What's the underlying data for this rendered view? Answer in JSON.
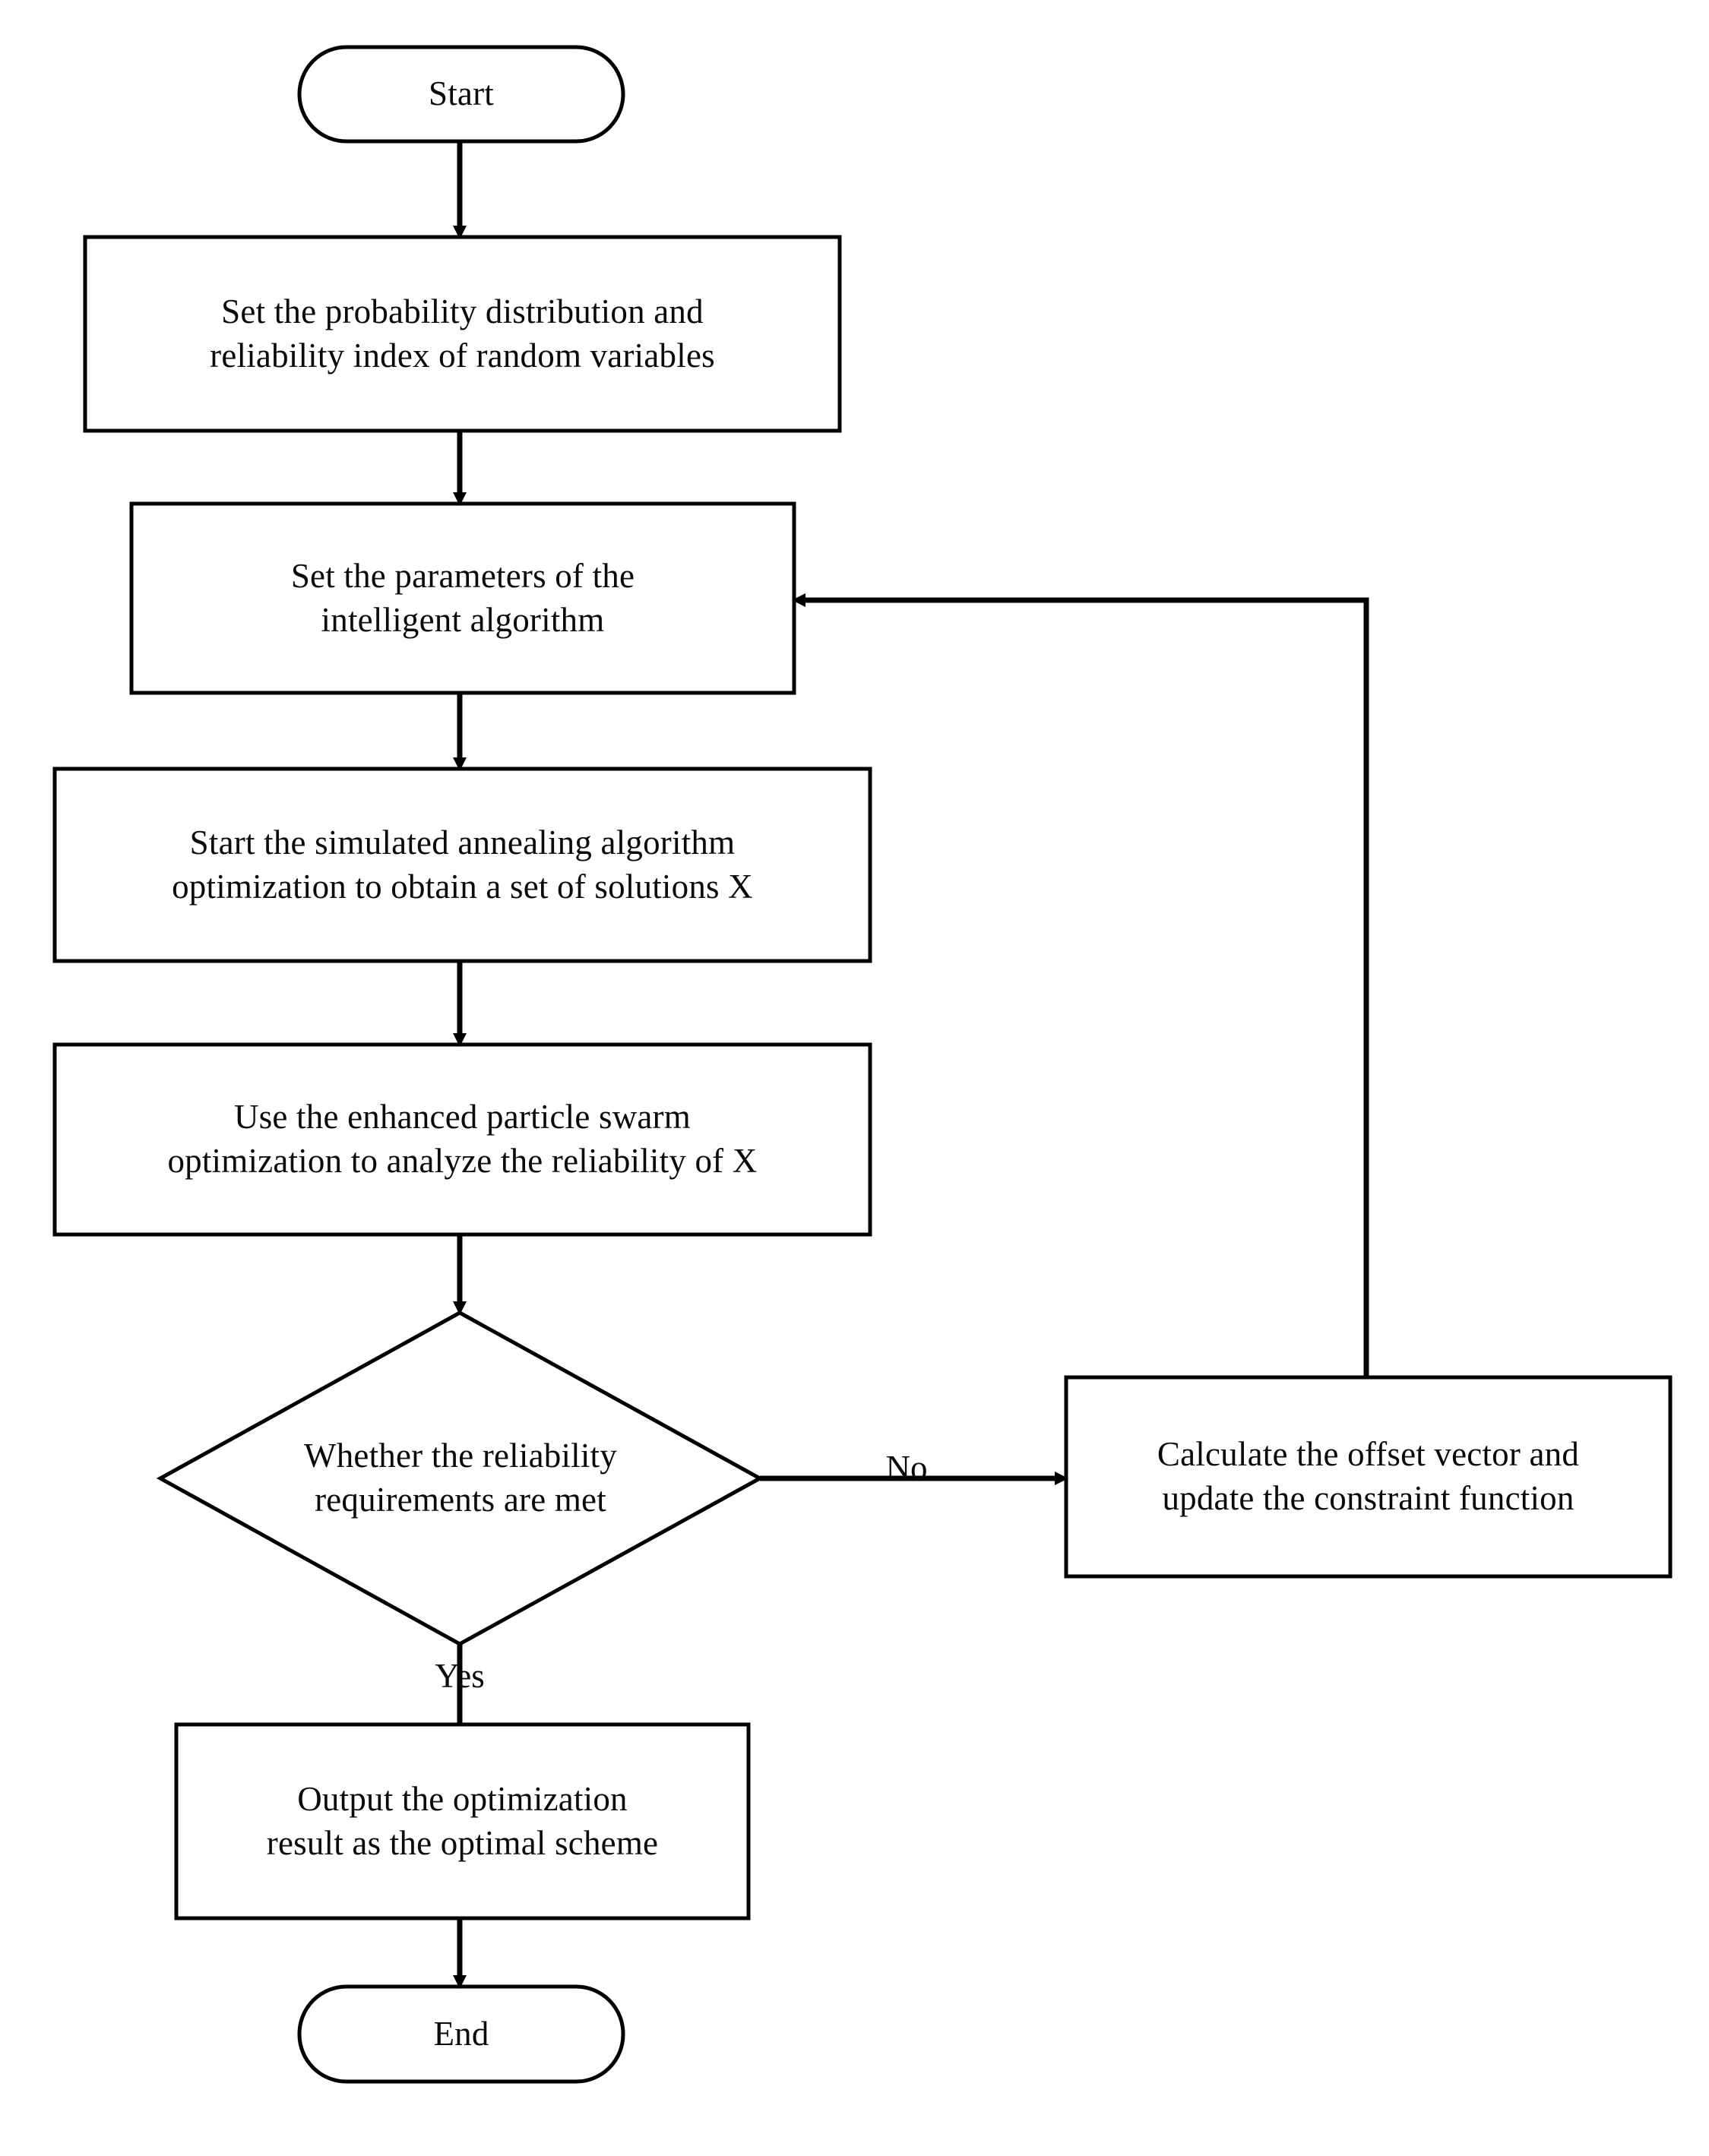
{
  "diagram": {
    "type": "flowchart",
    "title": "Reliability-based optimization flowchart",
    "orientation": "top-to-bottom",
    "background_color": "#ffffff",
    "line_color": "#000000",
    "text_color": "#0a0a0a",
    "node_fill": "#ffffff"
  },
  "nodes": {
    "start": {
      "label": "Start",
      "shape": "terminator"
    },
    "set_distribution": {
      "label": "Set the probability distribution and\nreliability index of random variables",
      "shape": "process"
    },
    "set_parameters": {
      "label": "Set the parameters of the\nintelligent algorithm",
      "shape": "process"
    },
    "annealing": {
      "label": "Start the simulated annealing algorithm\noptimization to obtain a set of solutions X",
      "shape": "process"
    },
    "pso": {
      "label": "Use the enhanced particle swarm\noptimization to analyze the reliability of X",
      "shape": "process"
    },
    "decision": {
      "label": "Whether the reliability\nrequirements are met",
      "shape": "decision"
    },
    "offset": {
      "label": "Calculate the offset vector and\nupdate the constraint function",
      "shape": "process"
    },
    "output": {
      "label": "Output the optimization\nresult as the optimal scheme",
      "shape": "process"
    },
    "end": {
      "label": "End",
      "shape": "terminator"
    }
  },
  "edges": [
    {
      "from": "start",
      "to": "set_distribution",
      "label": ""
    },
    {
      "from": "set_distribution",
      "to": "set_parameters",
      "label": ""
    },
    {
      "from": "set_parameters",
      "to": "annealing",
      "label": ""
    },
    {
      "from": "annealing",
      "to": "pso",
      "label": ""
    },
    {
      "from": "pso",
      "to": "decision",
      "label": ""
    },
    {
      "from": "decision",
      "to": "offset",
      "label": "No"
    },
    {
      "from": "decision",
      "to": "output",
      "label": "Yes"
    },
    {
      "from": "offset",
      "to": "set_parameters",
      "label": ""
    },
    {
      "from": "output",
      "to": "end",
      "label": ""
    }
  ],
  "edge_labels": {
    "no": "No",
    "yes": "Yes"
  }
}
